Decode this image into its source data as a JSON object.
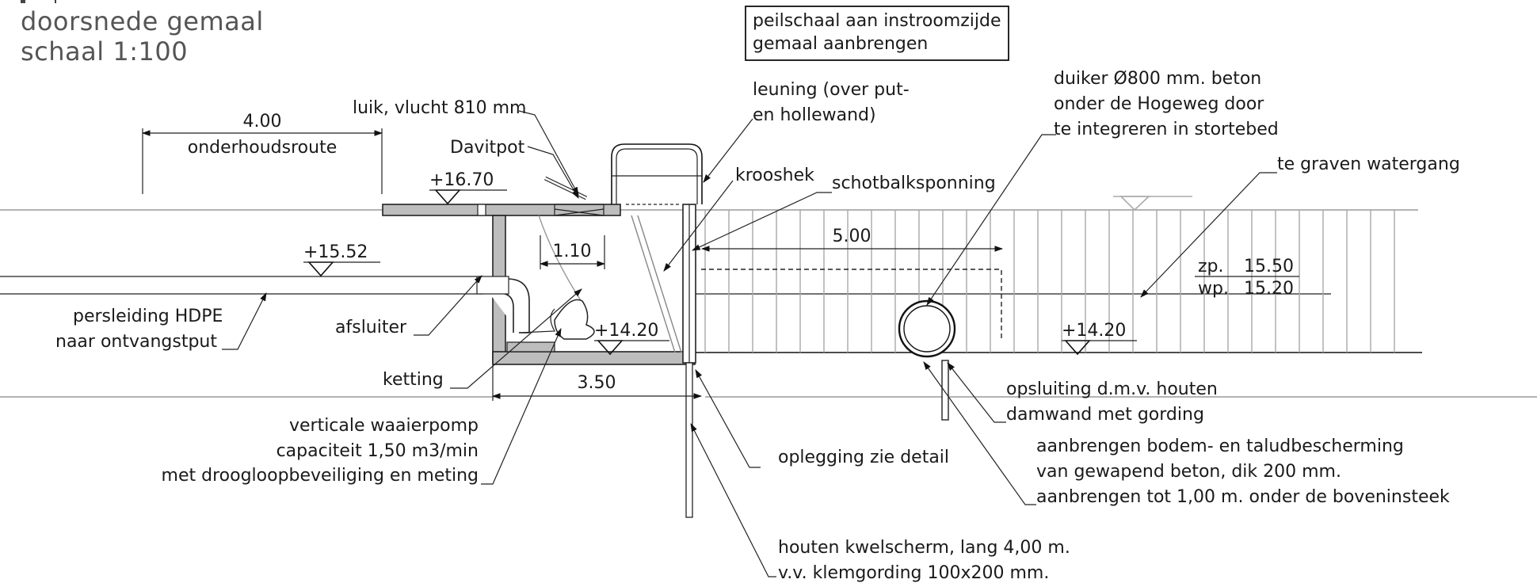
{
  "title": {
    "line1": "doorsnede gemaal",
    "line2": "schaal 1:100"
  },
  "labels": {
    "peilschaal_1": "peilschaal aan instroomzijde",
    "peilschaal_2": "gemaal aanbrengen",
    "luik": "luik, vlucht 810 mm",
    "davitpot": "Davitpot",
    "leuning_1": "leuning (over put-",
    "leuning_2": "en hollewand)",
    "duiker_1": "duiker Ø800 mm. beton",
    "duiker_2": "onder de Hogeweg door",
    "duiker_3": "te integreren in stortebed",
    "watergang": "te graven watergang",
    "krooshek": "krooshek",
    "schotbalk": "schotbalksponning",
    "onderhoudsroute": "onderhoudsroute",
    "persleiding_1": "persleiding HDPE",
    "persleiding_2": "naar ontvangstput",
    "afsluiter": "afsluiter",
    "ketting": "ketting",
    "pomp_1": "verticale waaierpomp",
    "pomp_2": "capaciteit 1,50 m3/min",
    "pomp_3": "met droogloopbeveiliging en meting",
    "oplegging": "oplegging zie detail",
    "kwelscherm_1": "houten kwelscherm, lang 4,00 m.",
    "kwelscherm_2": "v.v. klemgording 100x200 mm.",
    "opsluiting_1": "opsluiting d.m.v. houten",
    "opsluiting_2": "damwand met gording",
    "bodem_1": "aanbrengen bodem- en taludbescherming",
    "bodem_2": "van gewapend beton, dik 200 mm.",
    "bodem_3": "aanbrengen tot 1,00 m. onder de boveninsteek",
    "zp_label": "zp.",
    "zp_value": "15.50",
    "wp_label": "wp.",
    "wp_value": "15.20"
  },
  "levels": {
    "top": "+16.70",
    "ground": "+15.52",
    "floor_pit": "+14.20",
    "floor_channel": "+14.20"
  },
  "dimensions": {
    "route": "4.00",
    "luik_opening": "1.10",
    "pit_width": "3.50",
    "channel": "5.00"
  }
}
